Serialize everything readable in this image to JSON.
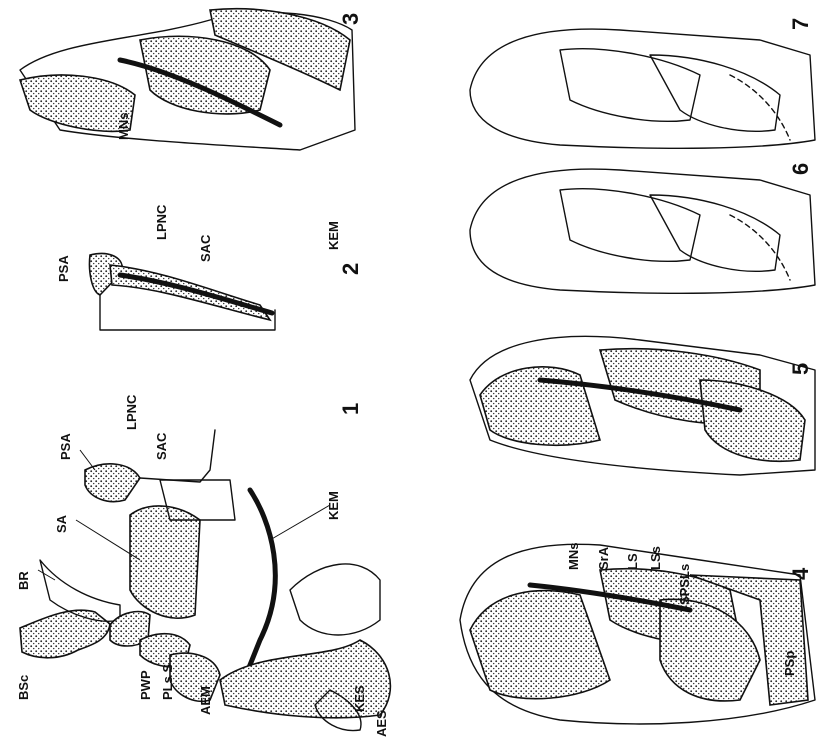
{
  "figures": [
    {
      "id": "1",
      "labels": [
        "BR",
        "BSc",
        "PWP",
        "PLs S",
        "AEM",
        "SA",
        "PSA",
        "LPNC",
        "SAC",
        "KEM",
        "KES",
        "AES"
      ]
    },
    {
      "id": "2",
      "labels": [
        "PSA",
        "LPNC",
        "SAC",
        "KEM"
      ]
    },
    {
      "id": "3",
      "labels": [
        "MNs"
      ]
    },
    {
      "id": "4",
      "labels": [
        "MNs",
        "SrA",
        "LS",
        "LSs",
        "SPSLs",
        "PSp"
      ]
    },
    {
      "id": "5",
      "labels": []
    },
    {
      "id": "6",
      "labels": []
    },
    {
      "id": "7",
      "labels": []
    }
  ]
}
